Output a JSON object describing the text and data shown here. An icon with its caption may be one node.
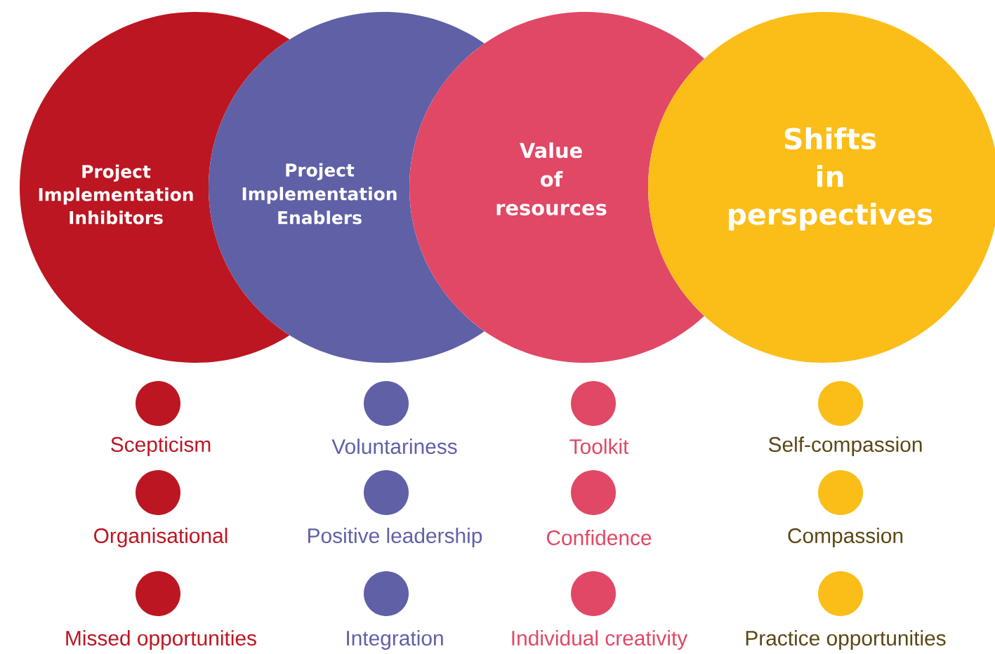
{
  "diagram": {
    "nodes": [
      {
        "text": [
          "Project Implementation Inhibitors"
        ]
      },
      {
        "text": [
          "Project Implementation Enablers"
        ]
      },
      {
        "text": [
          "Value of resources"
        ]
      },
      {
        "text": [
          "Shifts in perspectives"
        ]
      },
      {
        "text": [],
        "shape": "circle",
        "beside": [
          "Scepticism"
        ]
      },
      {
        "text": [],
        "shape": "circle",
        "beside": [
          "Voluntariness"
        ]
      },
      {
        "text": [],
        "shape": "circle",
        "beside": [
          "Toolkit"
        ]
      },
      {
        "text": [],
        "shape": "circle",
        "beside": [
          "Self-compassion"
        ]
      },
      {
        "text": [],
        "shape": "circle",
        "beside": [
          "Organisational"
        ]
      },
      {
        "text": [],
        "shape": "circle",
        "beside": [
          "Positive leadership"
        ]
      },
      {
        "text": [],
        "shape": "circle",
        "beside": [
          "Confidence"
        ]
      },
      {
        "text": [],
        "shape": "circle",
        "beside": [
          "Compassion"
        ]
      },
      {
        "text": [],
        "shape": "circle",
        "beside": [
          "Missed opportunities"
        ]
      },
      {
        "text": [],
        "shape": "circle",
        "beside": [
          "Integration"
        ]
      },
      {
        "text": [],
        "shape": "circle",
        "beside": [
          "Individual creativity"
        ]
      },
      {
        "text": [],
        "shape": "circle",
        "beside": [
          "Practice opportunities"
        ]
      }
    ]
  }
}
